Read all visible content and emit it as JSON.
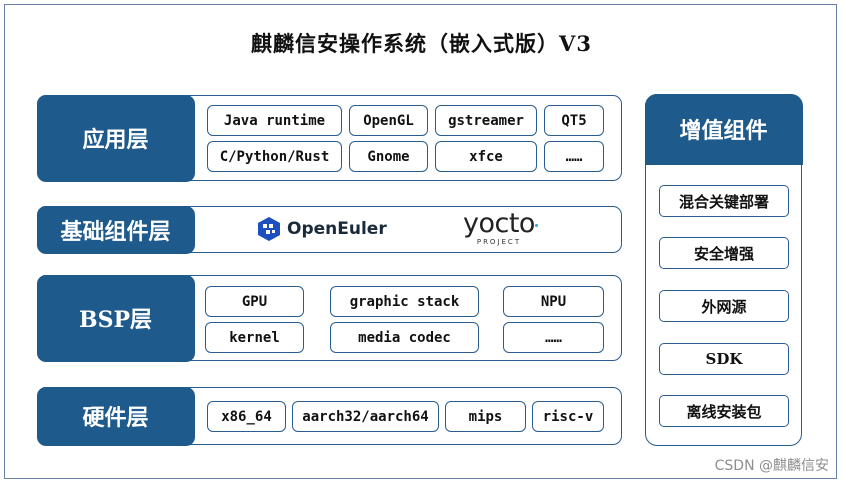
{
  "title": "麒麟信安操作系统（嵌入式版）V3",
  "layers": {
    "app": {
      "label": "应用层",
      "items": [
        "Java runtime",
        "OpenGL",
        "gstreamer",
        "QT5",
        "C/Python/Rust",
        "Gnome",
        "xfce",
        "……"
      ]
    },
    "base": {
      "label": "基础组件层",
      "logos": {
        "openeuler": "OpenEuler",
        "yocto": "yocto",
        "yocto_sub": "PROJECT"
      }
    },
    "bsp": {
      "label": "BSP层",
      "items": [
        "GPU",
        "graphic stack",
        "NPU",
        "kernel",
        "media codec",
        "……"
      ]
    },
    "hw": {
      "label": "硬件层",
      "items": [
        "x86_64",
        "aarch32/aarch64",
        "mips",
        "risc-v"
      ]
    }
  },
  "side": {
    "label": "增值组件",
    "items": [
      "混合关键部署",
      "安全增强",
      "外网源",
      "SDK",
      "离线安装包"
    ]
  },
  "watermark": "CSDN @麒麟信安",
  "colors": {
    "primary": "#1f5a8c",
    "border": "#2a5d8f"
  }
}
